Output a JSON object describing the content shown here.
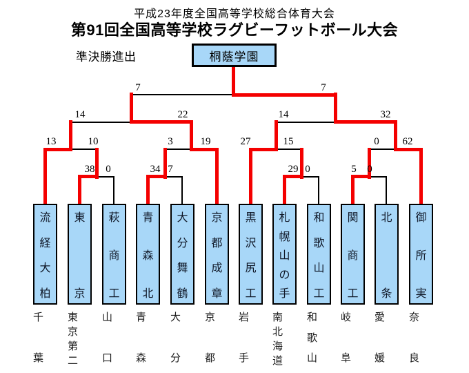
{
  "header": {
    "subtitle": "平成23年度全国高等学校総合体育大会",
    "title": "第91回全国高等学校ラグビーフットボール大会"
  },
  "bracket": {
    "advance_label": "準決勝進出",
    "advancing_team": "桐蔭学園",
    "final": {
      "left_score": "7",
      "right_score": "7"
    },
    "quarterfinals": [
      {
        "left_score": "14",
        "right_score": "22"
      },
      {
        "left_score": "14",
        "right_score": "32"
      }
    ],
    "second_round": [
      {
        "left_score": "13",
        "right_score": "10"
      },
      {
        "left_score": "3",
        "right_score": "19"
      },
      {
        "left_score": "27",
        "right_score": "15"
      },
      {
        "left_score": "0",
        "right_score": "62"
      }
    ],
    "first_round": [
      {
        "left_score": "38",
        "right_score": "0"
      },
      {
        "left_score": "34",
        "right_score": "7"
      },
      {
        "left_score": "29",
        "right_score": "0"
      },
      {
        "left_score": "5",
        "right_score": "0"
      }
    ]
  },
  "teams": [
    {
      "name": "流経大柏",
      "prefecture": "千葉"
    },
    {
      "name": "東京",
      "prefecture": "東京第二"
    },
    {
      "name": "萩商工",
      "prefecture": "山口"
    },
    {
      "name": "青森北",
      "prefecture": "青森"
    },
    {
      "name": "大分舞鶴",
      "prefecture": "大分"
    },
    {
      "name": "京都成章",
      "prefecture": "京都"
    },
    {
      "name": "黒沢尻工",
      "prefecture": "岩手"
    },
    {
      "name": "札幌山の手",
      "prefecture": "南北海道"
    },
    {
      "name": "和歌山工",
      "prefecture": "和歌山"
    },
    {
      "name": "関商工",
      "prefecture": "岐阜"
    },
    {
      "name": "北条",
      "prefecture": "愛媛"
    },
    {
      "name": "御所実",
      "prefecture": "奈良"
    }
  ],
  "colors": {
    "winner_path": "#f40000",
    "line": "#000000",
    "team_box_fill": "#a8d7f8"
  }
}
